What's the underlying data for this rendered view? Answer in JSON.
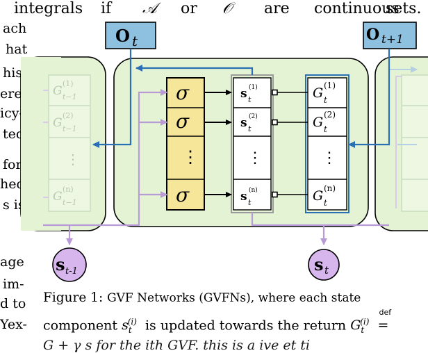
{
  "top_text": {
    "w1": "integrals",
    "w2": "if",
    "w3": "𝒜",
    "w4": "or",
    "w5": "𝒪",
    "w6": "are",
    "w7": "continuous",
    "w8": "sets."
  },
  "left_fragments": [
    "ach",
    "hat",
    "his-",
    "ere-",
    "icy-",
    "ted",
    "for",
    "hed",
    "s is",
    "age",
    "im-",
    "d to",
    "Yex-"
  ],
  "diagram": {
    "obs_current": {
      "main": "O",
      "sub": "t"
    },
    "obs_next": {
      "main": "O",
      "sub": "t+1"
    },
    "sigma": "σ",
    "vdots": "⋮",
    "state_labels": [
      {
        "main": "s",
        "sup": "(1)",
        "sub": "t"
      },
      {
        "main": "s",
        "sup": "(2)",
        "sub": "t"
      },
      {
        "main": "s",
        "sup": "(n)",
        "sub": "t"
      }
    ],
    "return_labels": [
      {
        "main": "G",
        "sup": "(1)",
        "sub": "t"
      },
      {
        "main": "G",
        "sup": "(2)",
        "sub": "t"
      },
      {
        "main": "G",
        "sup": "(n)",
        "sub": "t"
      }
    ],
    "prev_return_labels": [
      {
        "main": "G",
        "sup": "(1)",
        "sub": "t−1"
      },
      {
        "main": "G",
        "sup": "(2)",
        "sub": "t−1"
      },
      {
        "main": "G",
        "sup": "(n)",
        "sub": "t−1"
      }
    ],
    "state_prev": {
      "main": "s",
      "sub": "t-1"
    },
    "state_curr": {
      "main": "s",
      "sub": "t"
    },
    "colors": {
      "panel_fill": "#e3f3d3",
      "sigma_fill": "#f5e69a",
      "obs_fill": "#8ec0e0",
      "state_circle": "#d6b6ec",
      "blue_arrow": "#2a6fb3",
      "purple_line": "#b89ad6",
      "state_border": "#9a9a9a"
    }
  },
  "caption": {
    "label": "Figure 1:",
    "text": "GVF Networks (GVFNs), where each state",
    "line2_a": "component",
    "line2_b": "is updated towards the return",
    "line2_def": "def",
    "line3": "G      + γ   s      for the ith GVF. this is a ive et ti"
  }
}
